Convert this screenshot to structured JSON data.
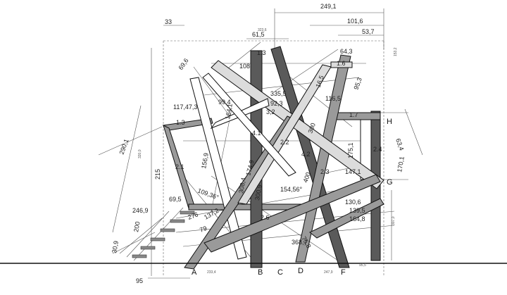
{
  "drawing": {
    "points": [
      "H",
      "G",
      "A",
      "B",
      "C",
      "D",
      "F"
    ],
    "dimensions": [
      "249,1",
      "101,6",
      "53,7",
      "33",
      "61,5",
      "64,3",
      "1.6",
      "69,6",
      "108",
      "1.3",
      "95,3",
      "116,5",
      "16,5",
      "335,5",
      "92,3",
      "117,47,3",
      "99,4",
      "164,1",
      "3,2",
      "1.7",
      "1.3",
      "4.1",
      "290,1",
      "63,4",
      "170,1",
      "300",
      "2.4",
      "215",
      "2.1",
      "156,9",
      "174,9",
      "175,1",
      "2.2",
      "4.2",
      "2.3",
      "147,1",
      "400",
      "109,36°",
      "154,56°",
      "308,4",
      "300,9",
      "69,5",
      "246,9",
      "130,6",
      "139,5",
      "200",
      "164,8",
      "30,9",
      "79",
      "2.6",
      "368,7",
      "75,8",
      "95",
      "137,2",
      "276"
    ],
    "small_marks": [
      "323,6",
      "153,2",
      "320,0",
      "307,0",
      "233,4",
      "247,9",
      "95,5"
    ],
    "colors": {
      "beam_dark": "#5a5a5a",
      "beam_mid": "#9a9a9a",
      "beam_light": "#dcdcdc",
      "line": "#111111"
    }
  }
}
